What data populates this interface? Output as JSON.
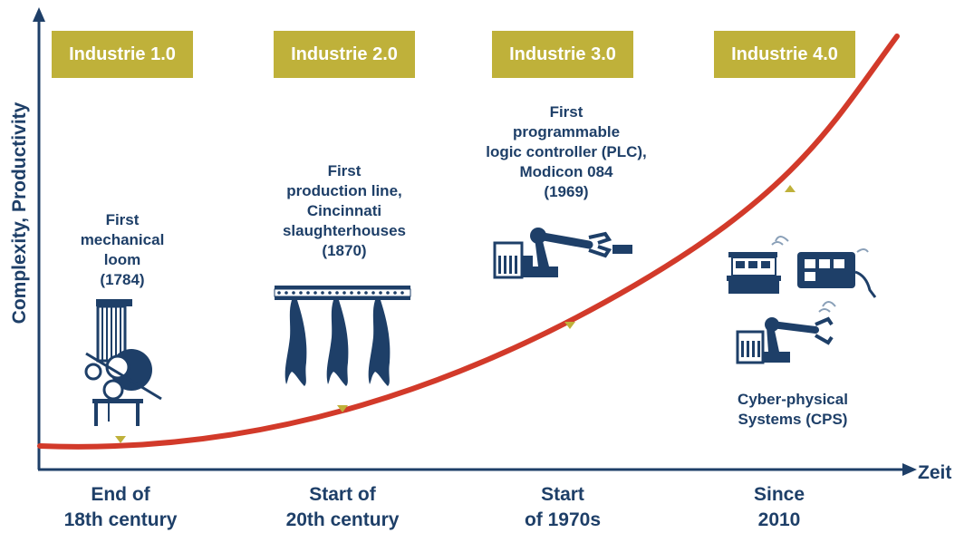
{
  "y_axis_label": "Complexity, Productivity",
  "x_axis_label": "Zeit",
  "colors": {
    "navy": "#1e3f68",
    "curve": "#d23a2a",
    "badge": "#bfb13a",
    "marker": "#bfb13a"
  },
  "stages": [
    {
      "badge": "Industrie 1.0",
      "description": [
        "First",
        "mechanical",
        "loom",
        "(1784)"
      ],
      "period": [
        "End of",
        "18th century"
      ],
      "icon": "mechanical-loom-icon"
    },
    {
      "badge": "Industrie 2.0",
      "description": [
        "First",
        "production line,",
        "Cincinnati",
        "slaughterhouses",
        "(1870)"
      ],
      "period": [
        "Start of",
        "20th century"
      ],
      "icon": "production-line-icon"
    },
    {
      "badge": "Industrie 3.0",
      "description": [
        "First",
        "programmable",
        "logic controller (PLC),",
        "Modicon 084",
        "(1969)"
      ],
      "period": [
        "Start",
        "of 1970s"
      ],
      "icon": "robot-arm-icon"
    },
    {
      "badge": "Industrie 4.0",
      "description": [
        "Cyber-physical",
        "Systems (CPS)"
      ],
      "period": [
        "Since",
        "2010"
      ],
      "icon": "cyber-physical-systems-icon"
    }
  ]
}
